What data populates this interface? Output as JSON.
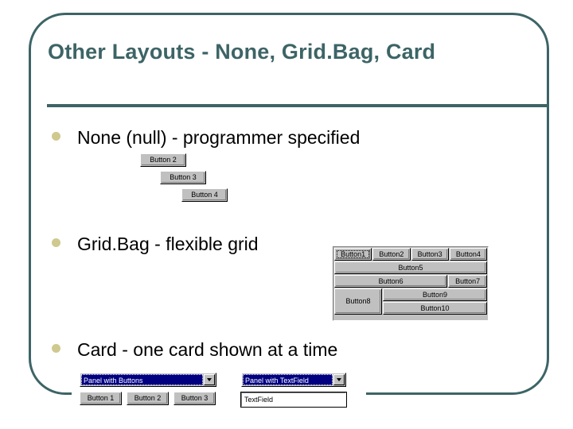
{
  "slide": {
    "title": "Other Layouts - None, Grid.Bag, Card",
    "accent_color": "#3d6466",
    "bullet_color": "#cfc98f",
    "background_color": "#ffffff"
  },
  "bullets": [
    {
      "text": "None (null) - programmer specified"
    },
    {
      "text": "Grid.Bag - flexible grid"
    },
    {
      "text": "Card - one card shown at a time"
    }
  ],
  "none_demo": {
    "buttons": [
      {
        "label": "Button 2"
      },
      {
        "label": "Button 3"
      },
      {
        "label": "Button 4"
      }
    ]
  },
  "gridbag_demo": {
    "row1": [
      {
        "label": "Button1",
        "focused": true
      },
      {
        "label": "Button2"
      },
      {
        "label": "Button3"
      },
      {
        "label": "Button4"
      }
    ],
    "row2": [
      {
        "label": "Button5"
      }
    ],
    "row3": [
      {
        "label": "Button6"
      },
      {
        "label": "Button7"
      }
    ],
    "row4": {
      "left": {
        "label": "Button8"
      },
      "right": [
        {
          "label": "Button9"
        },
        {
          "label": "Button10"
        }
      ]
    }
  },
  "card_demo": {
    "left_panel": {
      "combo_value": "Panel with Buttons",
      "buttons": [
        {
          "label": "Button 1"
        },
        {
          "label": "Button 2"
        },
        {
          "label": "Button 3"
        }
      ]
    },
    "right_panel": {
      "combo_value": "Panel with TextField",
      "textfield_value": "TextField"
    }
  }
}
